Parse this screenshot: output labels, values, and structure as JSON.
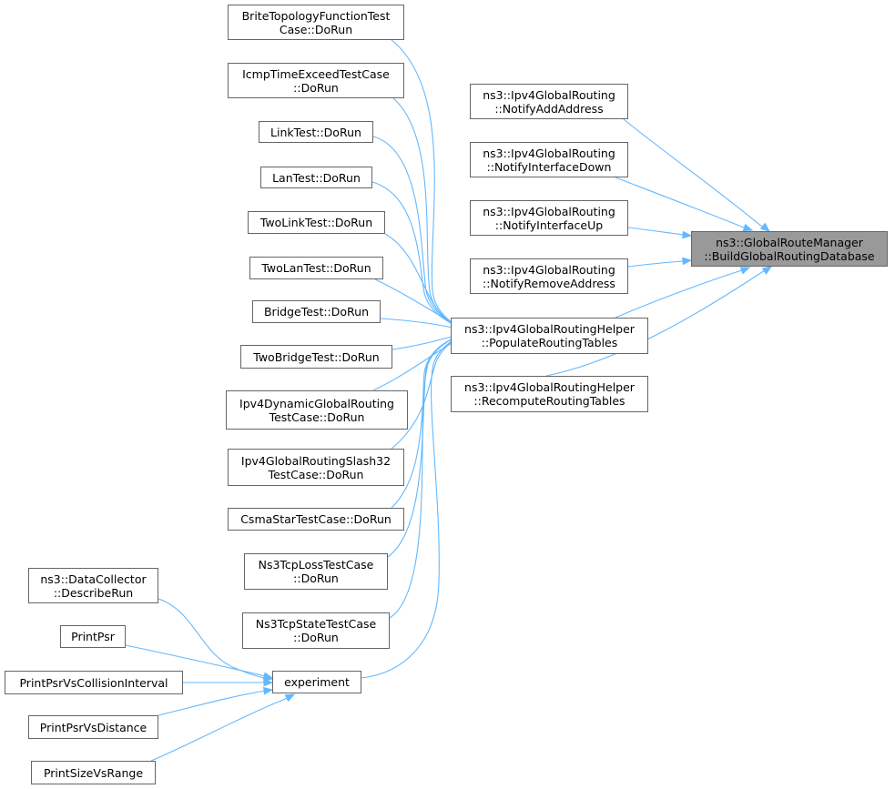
{
  "colors": {
    "edge": "#63b8ff",
    "node_border": "#666666",
    "root_fill": "#999999"
  },
  "nodes": {
    "root": {
      "line1": "ns3::GlobalRouteManager",
      "line2": "::BuildGlobalRoutingDatabase"
    },
    "nadd": {
      "line1": "ns3::Ipv4GlobalRouting",
      "line2": "::NotifyAddAddress"
    },
    "ndown": {
      "line1": "ns3::Ipv4GlobalRouting",
      "line2": "::NotifyInterfaceDown"
    },
    "nup": {
      "line1": "ns3::Ipv4GlobalRouting",
      "line2": "::NotifyInterfaceUp"
    },
    "nrem": {
      "line1": "ns3::Ipv4GlobalRouting",
      "line2": "::NotifyRemoveAddress"
    },
    "pop": {
      "line1": "ns3::Ipv4GlobalRoutingHelper",
      "line2": "::PopulateRoutingTables"
    },
    "recomp": {
      "line1": "ns3::Ipv4GlobalRoutingHelper",
      "line2": "::RecomputeRoutingTables"
    },
    "brite": {
      "line1": "BriteTopologyFunctionTest",
      "line2": "Case::DoRun"
    },
    "icmp": {
      "line1": "IcmpTimeExceedTestCase",
      "line2": "::DoRun"
    },
    "link": {
      "line1": "LinkTest::DoRun"
    },
    "lan": {
      "line1": "LanTest::DoRun"
    },
    "twolink": {
      "line1": "TwoLinkTest::DoRun"
    },
    "twolan": {
      "line1": "TwoLanTest::DoRun"
    },
    "bridge": {
      "line1": "BridgeTest::DoRun"
    },
    "twobridge": {
      "line1": "TwoBridgeTest::DoRun"
    },
    "ipv4dyn": {
      "line1": "Ipv4DynamicGlobalRouting",
      "line2": "TestCase::DoRun"
    },
    "slash32": {
      "line1": "Ipv4GlobalRoutingSlash32",
      "line2": "TestCase::DoRun"
    },
    "csma": {
      "line1": "CsmaStarTestCase::DoRun"
    },
    "tcploss": {
      "line1": "Ns3TcpLossTestCase",
      "line2": "::DoRun"
    },
    "tcpstate": {
      "line1": "Ns3TcpStateTestCase",
      "line2": "::DoRun"
    },
    "experiment": {
      "line1": "experiment"
    },
    "describe": {
      "line1": "ns3::DataCollector",
      "line2": "::DescribeRun"
    },
    "psr": {
      "line1": "PrintPsr"
    },
    "psrcoll": {
      "line1": "PrintPsrVsCollisionInterval"
    },
    "psrdist": {
      "line1": "PrintPsrVsDistance"
    },
    "sizerange": {
      "line1": "PrintSizeVsRange"
    }
  }
}
